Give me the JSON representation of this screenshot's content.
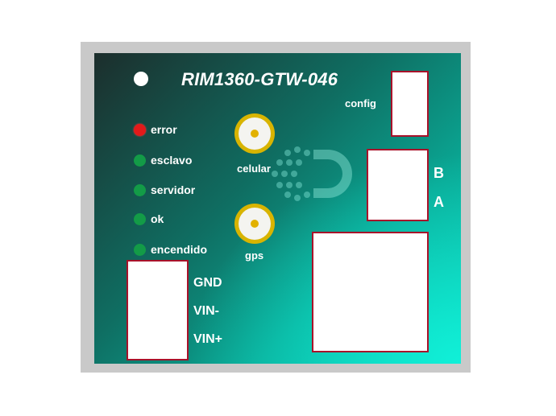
{
  "title": "RIM1360-GTW-046",
  "config_label": "config",
  "leds": [
    {
      "label": "error",
      "color": "#e11a1a"
    },
    {
      "label": "esclavo",
      "color": "#139b47"
    },
    {
      "label": "servidor",
      "color": "#139b47"
    },
    {
      "label": "ok",
      "color": "#139b47"
    },
    {
      "label": "encendido",
      "color": "#139b47"
    }
  ],
  "antennas": [
    {
      "label": "celular"
    },
    {
      "label": "gps"
    }
  ],
  "port_labels": {
    "b": "B",
    "a": "A"
  },
  "power_pins": [
    "GND",
    "VIN-",
    "VIN+"
  ],
  "colors": {
    "panel_dark": "#1c2e2c",
    "panel_light": "#10f0d8",
    "connector_border": "#a8122a",
    "antenna_gold": "#d8b400"
  }
}
